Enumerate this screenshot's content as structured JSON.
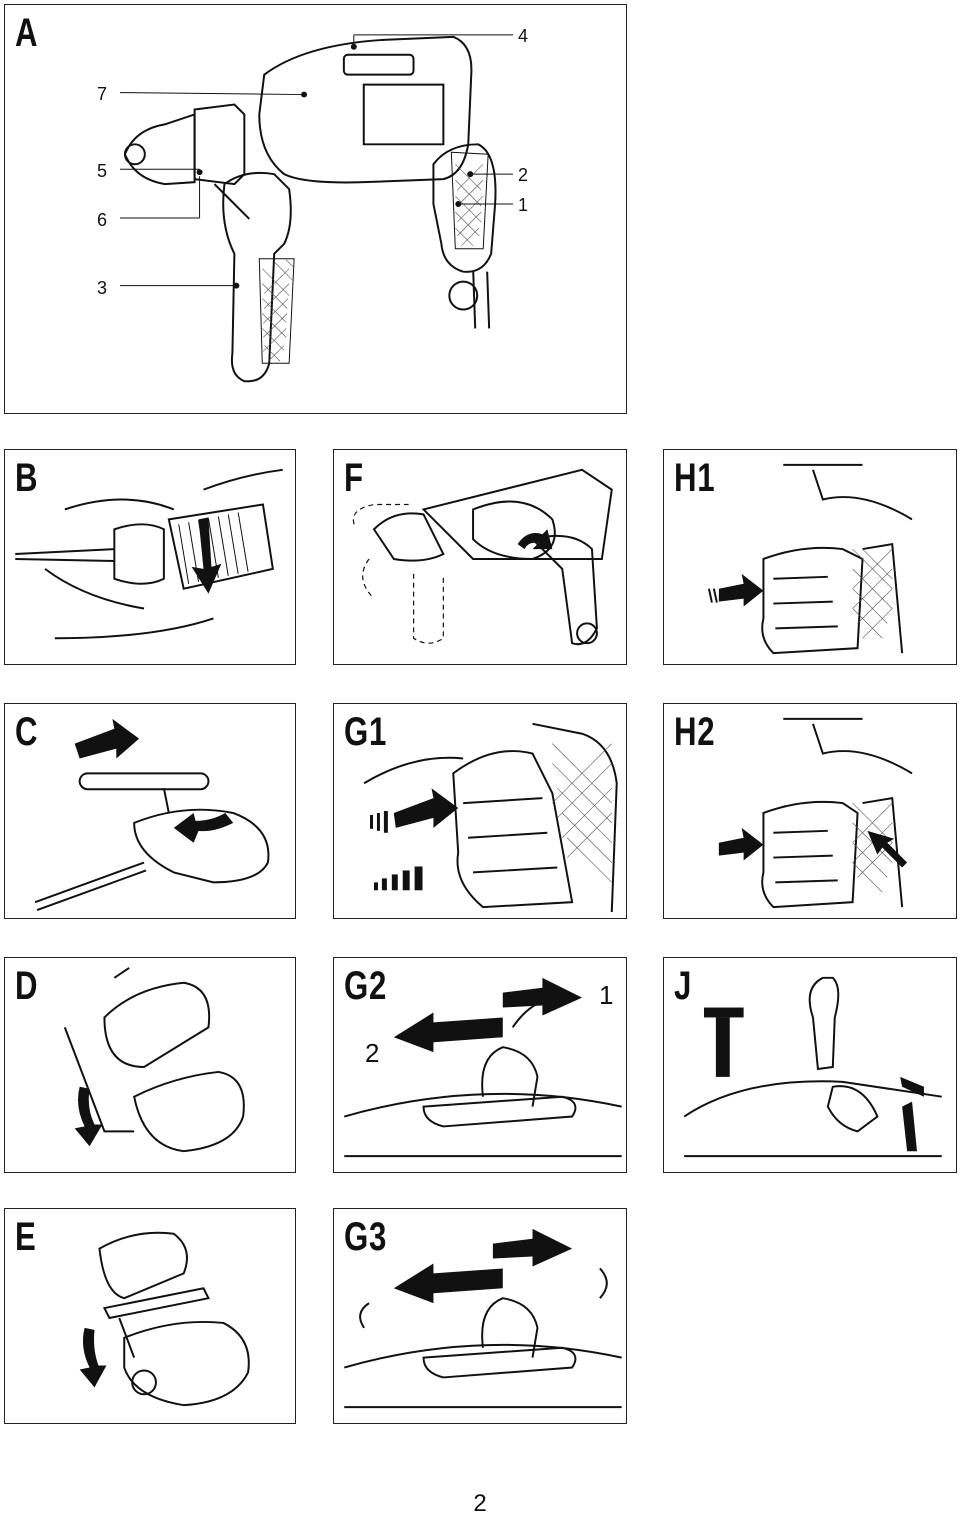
{
  "panels": {
    "A": {
      "label": "A",
      "callouts": [
        "1",
        "2",
        "3",
        "4",
        "5",
        "6",
        "7"
      ]
    },
    "B": {
      "label": "B"
    },
    "F": {
      "label": "F"
    },
    "H1": {
      "label": "H1"
    },
    "C": {
      "label": "C"
    },
    "G1": {
      "label": "G1"
    },
    "H2": {
      "label": "H2"
    },
    "D": {
      "label": "D"
    },
    "G2": {
      "label": "G2",
      "numbers": [
        "1",
        "2"
      ]
    },
    "J": {
      "label": "J"
    },
    "E": {
      "label": "E"
    },
    "G3": {
      "label": "G3"
    }
  },
  "page_number": "2"
}
